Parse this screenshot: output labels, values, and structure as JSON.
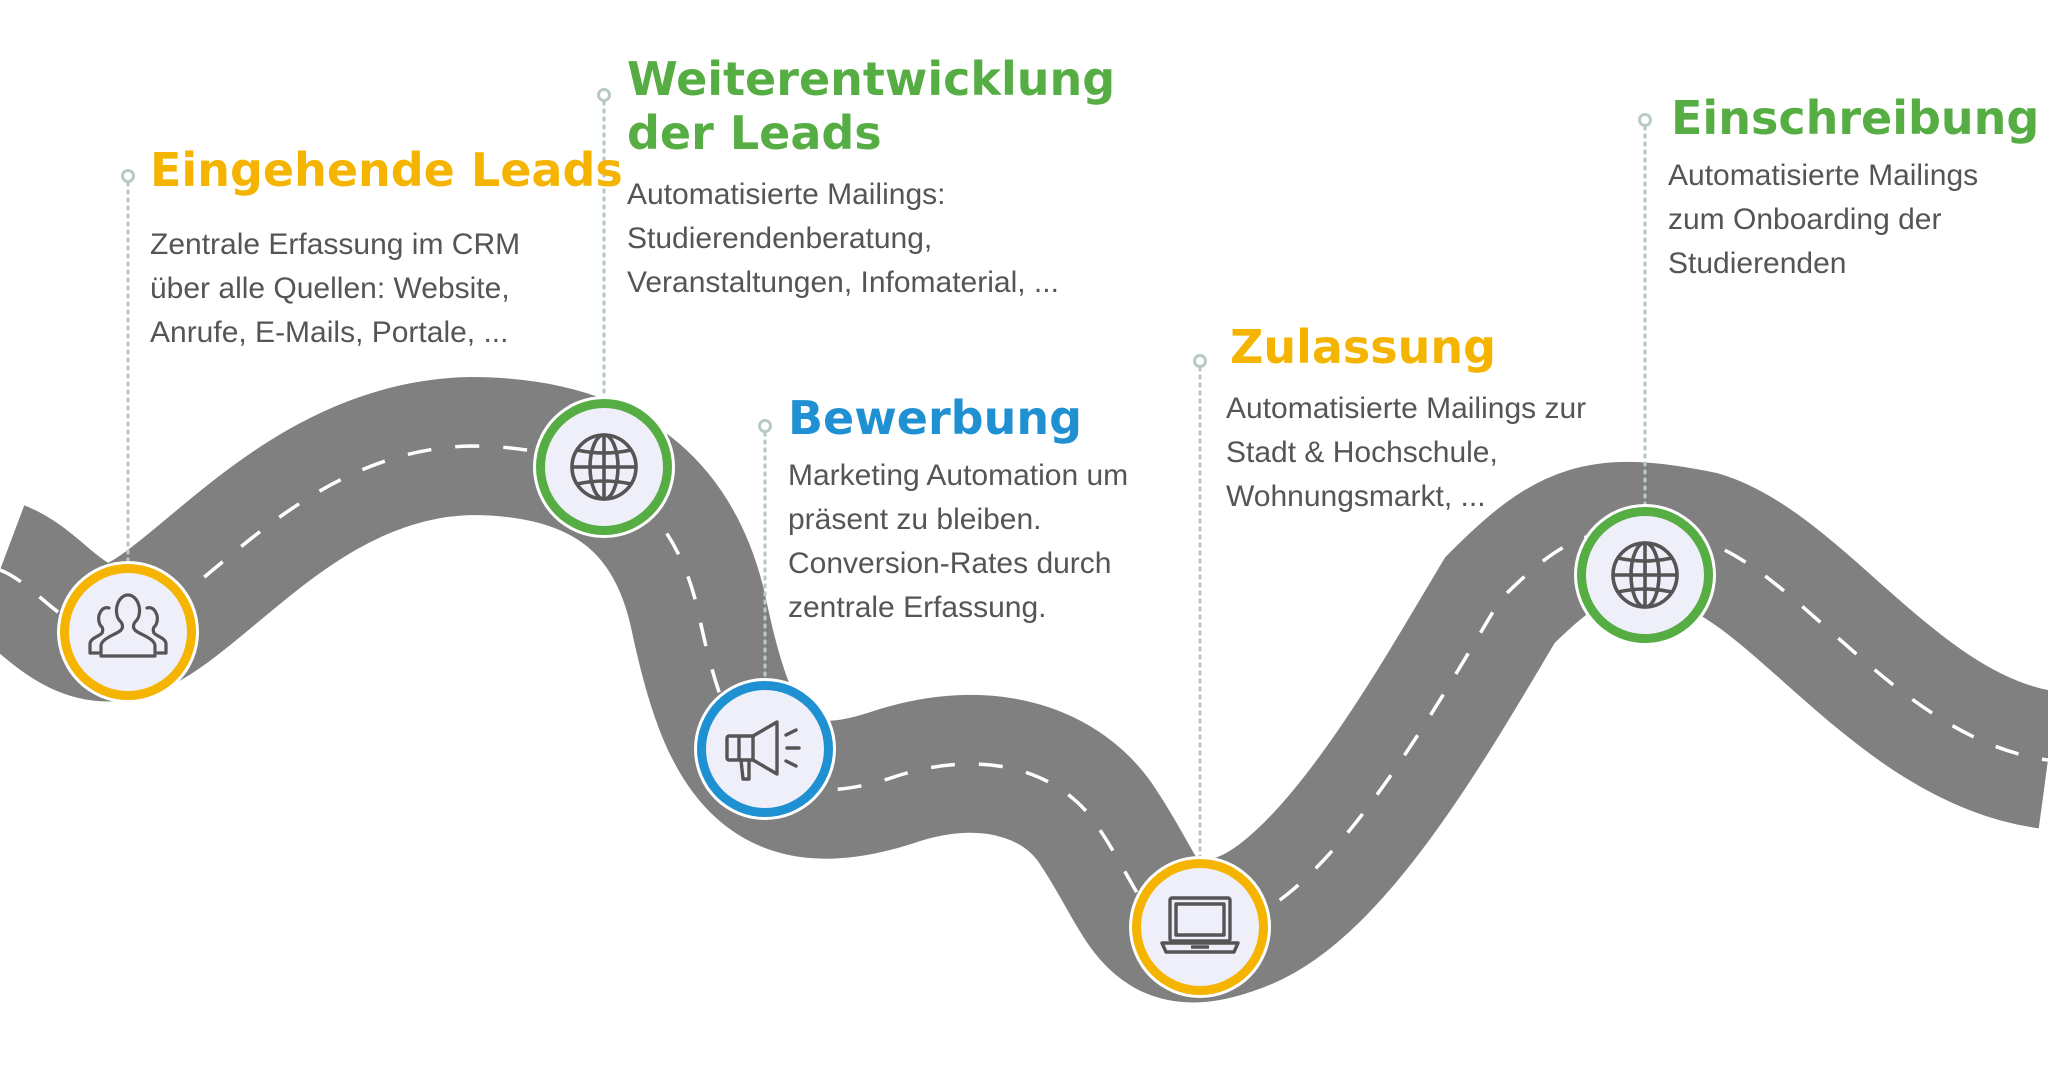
{
  "colors": {
    "road": "#808080",
    "lane": "#ffffff",
    "yellow": "#f5b400",
    "green": "#56ad43",
    "blue": "#1f90d2",
    "circle_fill": "#efeffa",
    "icon": "#555555",
    "connector": "#b9c9c9",
    "text": "#555555"
  },
  "stages": [
    {
      "id": "eingehende-leads",
      "color": "yellow",
      "icon": "people-icon",
      "title": [
        "Eingehende Leads"
      ],
      "description": [
        "Zentrale Erfassung im CRM",
        "über alle Quellen: Website,",
        "Anrufe, E-Mails,  Portale, ..."
      ]
    },
    {
      "id": "weiterentwicklung",
      "color": "green",
      "icon": "globe-icon",
      "title": [
        "Weiterentwicklung",
        "der Leads"
      ],
      "description": [
        "Automatisierte Mailings:",
        "Studierendenberatung,",
        "Veranstaltungen, Infomaterial, ..."
      ]
    },
    {
      "id": "bewerbung",
      "color": "blue",
      "icon": "megaphone-icon",
      "title": [
        "Bewerbung"
      ],
      "description": [
        "Marketing Automation um",
        "präsent zu bleiben.",
        "Conversion-Rates durch",
        "zentrale Erfassung."
      ]
    },
    {
      "id": "zulassung",
      "color": "yellow",
      "icon": "laptop-icon",
      "title": [
        "Zulassung"
      ],
      "description": [
        "Automatisierte Mailings zur",
        "Stadt &  Hochschule,",
        "Wohnungsmarkt, ..."
      ]
    },
    {
      "id": "einschreibung",
      "color": "green",
      "icon": "globe-icon",
      "title": [
        "Einschreibung"
      ],
      "description": [
        "Automatisierte Mailings",
        "zum Onboarding der",
        "Studierenden"
      ]
    }
  ]
}
